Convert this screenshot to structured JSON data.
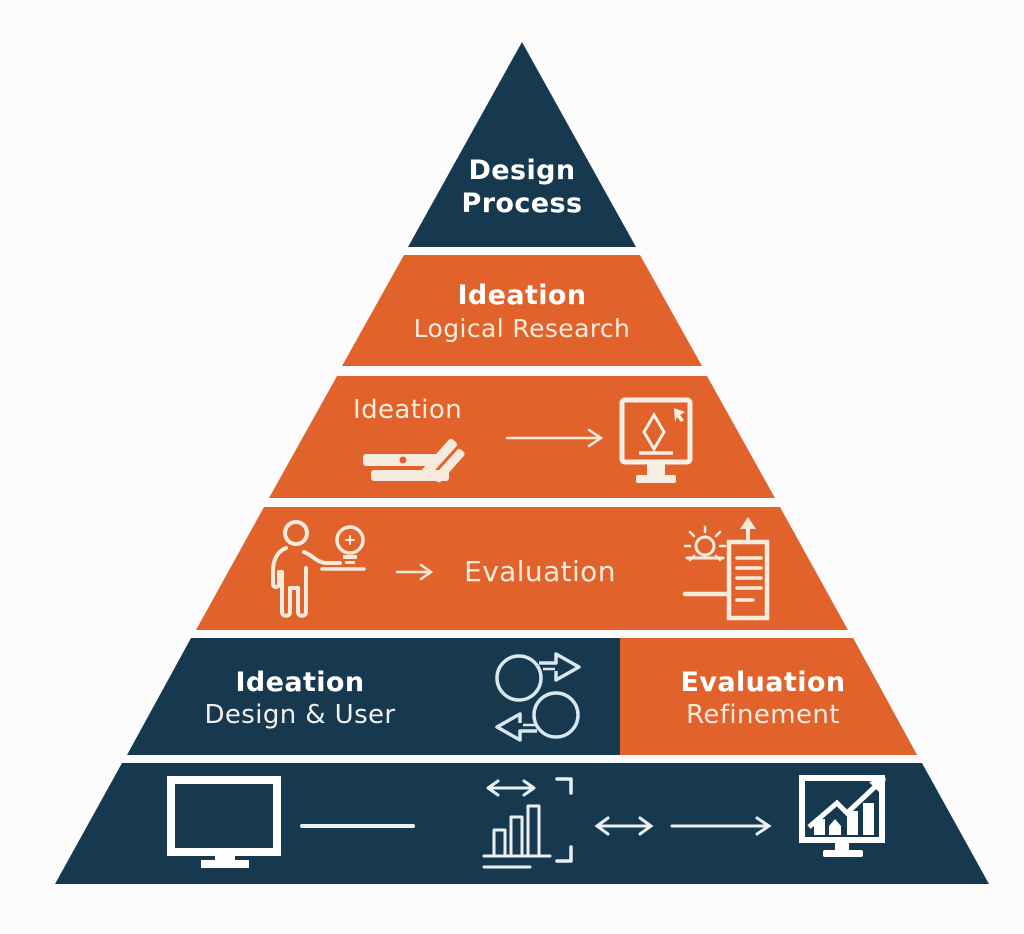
{
  "title": "Design Process pyramid diagram",
  "colors": {
    "navy": "#17394F",
    "orange": "#E2622B",
    "background": "#FCFCFC",
    "text_bold": "#FFFFFF",
    "text_light": "#F5EBDD",
    "icon_light": "#E9F0F4"
  },
  "tiers": [
    {
      "name": "design-process",
      "line1": "Design",
      "line2": "Process"
    },
    {
      "name": "ideation-logical-research",
      "line1": "Ideation",
      "line2": "Logical Research"
    },
    {
      "name": "ideation-row",
      "label": "Ideation"
    },
    {
      "name": "evaluation-row",
      "label": "Evaluation"
    },
    {
      "name": "split-row",
      "left_line1": "Ideation",
      "left_line2": "Design & User",
      "right_line1": "Evaluation",
      "right_line2": "Refinement"
    },
    {
      "name": "workflow-row"
    }
  ],
  "icons": {
    "books-icon": "stacked books",
    "monitor-sparkle-icon": "monitor with sparkle and cursor",
    "person-idea-icon": "person presenting lightbulb",
    "sun-report-icon": "sun with report list and up arrow",
    "exchange-arrows-icon": "two circles with opposite arrows",
    "monitor-icon": "desktop monitor",
    "bar-chart-crop-icon": "bar chart with resize arrows and crop brackets",
    "double-arrow-icon": "left-right arrow",
    "arrow-right-icon": "right arrow",
    "analytics-monitor-icon": "monitor with rising chart"
  }
}
